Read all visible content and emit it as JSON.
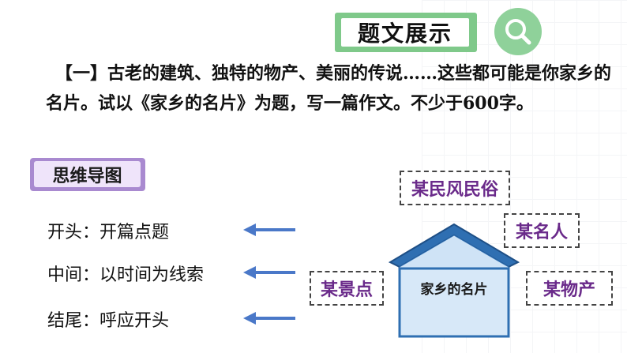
{
  "header": {
    "title": "题文展示",
    "search_icon": "magnifier-icon",
    "accent_color": "#7fc98a"
  },
  "prompt": {
    "text": "【一】古老的建筑、独特的物产、美丽的传说……这些都可能是你家乡的名片。试以《家乡的名片》为题，写一篇作文。不少于600字。"
  },
  "mindmap": {
    "badge_label": "思维导图",
    "rows": [
      {
        "label": "开头：开篇点题"
      },
      {
        "label": "中间：以时间为线索"
      },
      {
        "label": "结尾：呼应开头"
      }
    ],
    "arrow_color": "#4a78c8",
    "house_label": "家乡的名片",
    "boxes": {
      "customs": "某民风民俗",
      "celebrity": "某名人",
      "scenery": "某景点",
      "product": "某物产"
    }
  }
}
